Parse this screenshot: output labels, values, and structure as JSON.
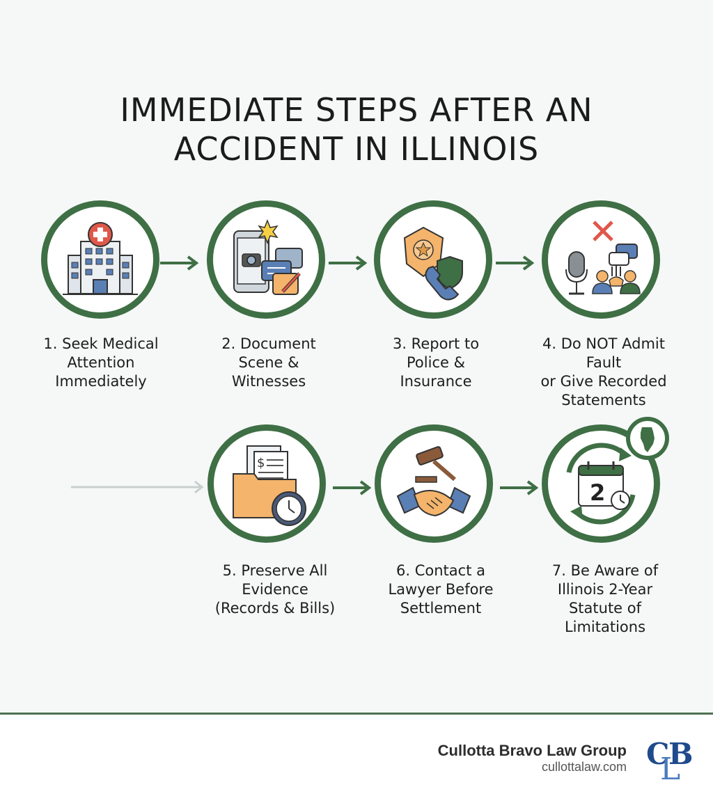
{
  "title": {
    "line1": "IMMEDIATE STEPS AFTER AN",
    "line2": "ACCIDENT IN ILLINOIS"
  },
  "colors": {
    "ring": "#3f6f45",
    "arrow": "#3f6f45",
    "arrow_faded": "#c8cfcc",
    "accent_red": "#e0584a",
    "accent_orange": "#f4b46b",
    "accent_blue": "#5a7fb5"
  },
  "steps": [
    {
      "number": 1,
      "icon": "hospital-icon",
      "lines": [
        "1. Seek Medical",
        "Attention",
        "Immediately"
      ]
    },
    {
      "number": 2,
      "icon": "phone-camera-chat-icon",
      "lines": [
        "2. Document",
        "Scene &",
        "Witnesses"
      ]
    },
    {
      "number": 3,
      "icon": "police-badge-phone-shield-icon",
      "lines": [
        "3. Report to",
        "Police &",
        "Insurance"
      ]
    },
    {
      "number": 4,
      "icon": "no-recording-icon",
      "lines": [
        "4. Do NOT Admit Fault",
        "or Give Recorded",
        "Statements"
      ]
    },
    {
      "number": 5,
      "icon": "folder-documents-clock-icon",
      "lines": [
        "5. Preserve All",
        "Evidence",
        "(Records & Bills)"
      ]
    },
    {
      "number": 6,
      "icon": "gavel-handshake-icon",
      "lines": [
        "6. Contact a",
        "Lawyer Before",
        "Settlement"
      ]
    },
    {
      "number": 7,
      "icon": "calendar-illinois-icon",
      "lines": [
        "7. Be Aware of",
        "Illinois 2-Year",
        "Statute of",
        "Limitations"
      ],
      "calendar_number": "2"
    }
  ],
  "footer": {
    "firm_name": "Cullotta Bravo Law Group",
    "url": "cullottalaw.com",
    "logo_letters": "CLB"
  }
}
